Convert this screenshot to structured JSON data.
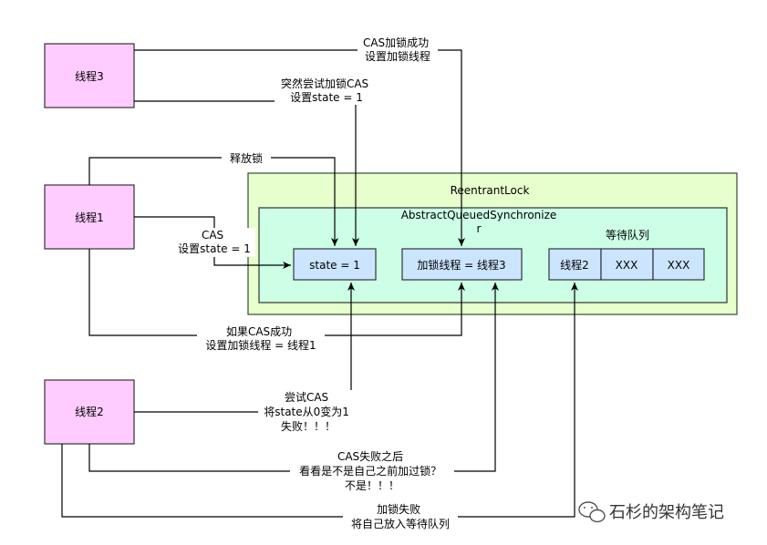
{
  "diagram": {
    "colors": {
      "thread_fill": "#FFCCFF",
      "thread_stroke": "#333333",
      "reentrant_fill": "#E6FFCC",
      "reentrant_stroke": "#2F4F2F",
      "aqs_fill": "#CCFFE6",
      "aqs_stroke": "#333333",
      "field_fill": "#CCE5FF",
      "field_stroke": "#333333",
      "line": "#000000"
    },
    "threads": {
      "thread3": "线程3",
      "thread1": "线程1",
      "thread2": "线程2"
    },
    "containers": {
      "reentrant_lock": "ReentrantLock",
      "aqs_line1": "AbstractQueuedSynchronize",
      "aqs_line2": "r",
      "queue_title": "等待队列"
    },
    "fields": {
      "state": "state = 1",
      "owner": "加锁线程 = 线程3",
      "queue_items": [
        "线程2",
        "XXX",
        "XXX"
      ]
    },
    "labels": {
      "t3_cas_success": [
        "CAS加锁成功",
        "设置加锁线程"
      ],
      "t3_try_cas": [
        "突然尝试加锁CAS",
        "设置state = 1"
      ],
      "t1_release": [
        "释放锁"
      ],
      "t1_cas": [
        "CAS",
        "设置state = 1"
      ],
      "t1_if_success": [
        "如果CAS成功",
        "设置加锁线程 = 线程1"
      ],
      "t2_try_cas": [
        "尝试CAS",
        "将state从0变为1",
        "失败！！！"
      ],
      "t2_after_fail": [
        "CAS失败之后",
        "看看是不是自己之前加过锁？",
        "不是！！！"
      ],
      "t2_enqueue": [
        "加锁失败",
        "将自己放入等待队列"
      ]
    },
    "watermark": {
      "icon": "wechat-icon",
      "text": "石杉的架构笔记"
    }
  }
}
